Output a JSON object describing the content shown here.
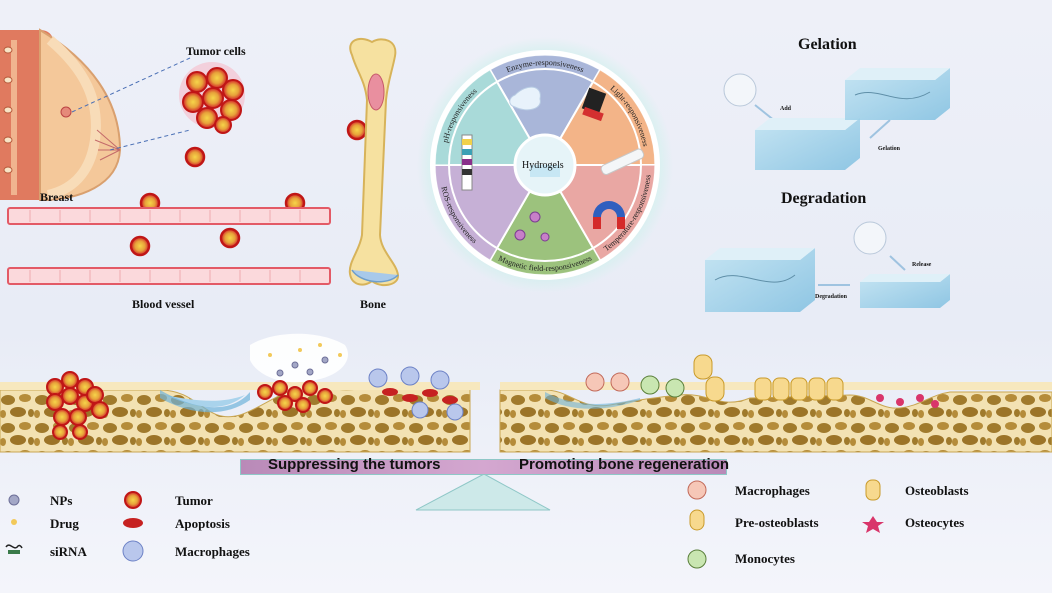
{
  "top_left": {
    "tumor_cells": "Tumor cells",
    "breast": "Breast",
    "blood_vessel": "Blood vessel",
    "bone": "Bone"
  },
  "wheel": {
    "center": "Hydrogels",
    "segments": [
      {
        "label": "Enzyme-responsiveness",
        "color": "#a9b6d9"
      },
      {
        "label": "Light-responsiveness",
        "color": "#f3b488"
      },
      {
        "label": "Temperature-responsiveness",
        "color": "#e9a7a3"
      },
      {
        "label": "Magnetic field-responsiveness",
        "color": "#9cc27d"
      },
      {
        "label": "ROS-responsiveness",
        "color": "#c6b0d6"
      },
      {
        "label": "pH-responsiveness",
        "color": "#a9dad9"
      }
    ]
  },
  "right_panel": {
    "gelation": "Gelation",
    "degradation": "Degradation",
    "add": "Add",
    "gelation_small": "Gelation",
    "degradation_small": "Degradation",
    "release": "Release"
  },
  "balance": {
    "left": "Suppressing the tumors",
    "right": "Promoting bone regeneration"
  },
  "legend_left": [
    {
      "label": "NPs",
      "icon": "np-icon"
    },
    {
      "label": "Drug",
      "icon": "drug-icon"
    },
    {
      "label": "siRNA",
      "icon": "sirna-icon"
    },
    {
      "label": "Tumor",
      "icon": "tumor-icon"
    },
    {
      "label": "Apoptosis",
      "icon": "apoptosis-icon"
    },
    {
      "label": "Macrophages",
      "icon": "macrophage-icon"
    }
  ],
  "legend_right": [
    {
      "label": "Macrophages",
      "icon": "macrophage-icon"
    },
    {
      "label": "Pre-osteoblasts",
      "icon": "pre-osteoblast-icon"
    },
    {
      "label": "Monocytes",
      "icon": "monocyte-icon"
    },
    {
      "label": "Osteoblasts",
      "icon": "osteoblast-icon"
    },
    {
      "label": "Osteocytes",
      "icon": "osteocyte-icon"
    }
  ]
}
